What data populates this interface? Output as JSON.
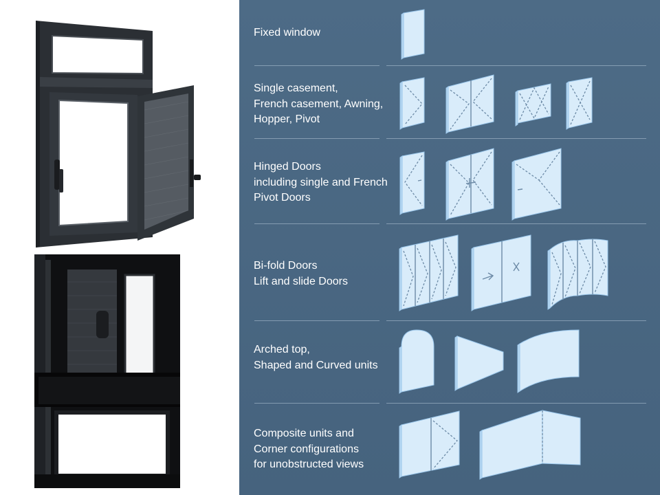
{
  "sections": [
    {
      "label": "Fixed window"
    },
    {
      "label": "Single casement,\nFrench casement, Awning,\nHopper, Pivot"
    },
    {
      "label": "Hinged Doors\nincluding single and French\nPivot Doors"
    },
    {
      "label": "Bi-fold Doors\nLift and slide Doors"
    },
    {
      "label": "Arched top,\nShaped and Curved units"
    },
    {
      "label": "Composite units and\nCorner configurations\nfor unobstructed views"
    }
  ],
  "colors": {
    "panel_background": "#4a6782",
    "label_text": "#ffffff",
    "diagram_fill": "#d9ecfa",
    "diagram_line": "#6c8aa6",
    "product_frame": "#2a2e33"
  },
  "photos": [
    {
      "name": "casement-window-with-transom-photo"
    },
    {
      "name": "sliding-window-with-screen-photo"
    }
  ]
}
